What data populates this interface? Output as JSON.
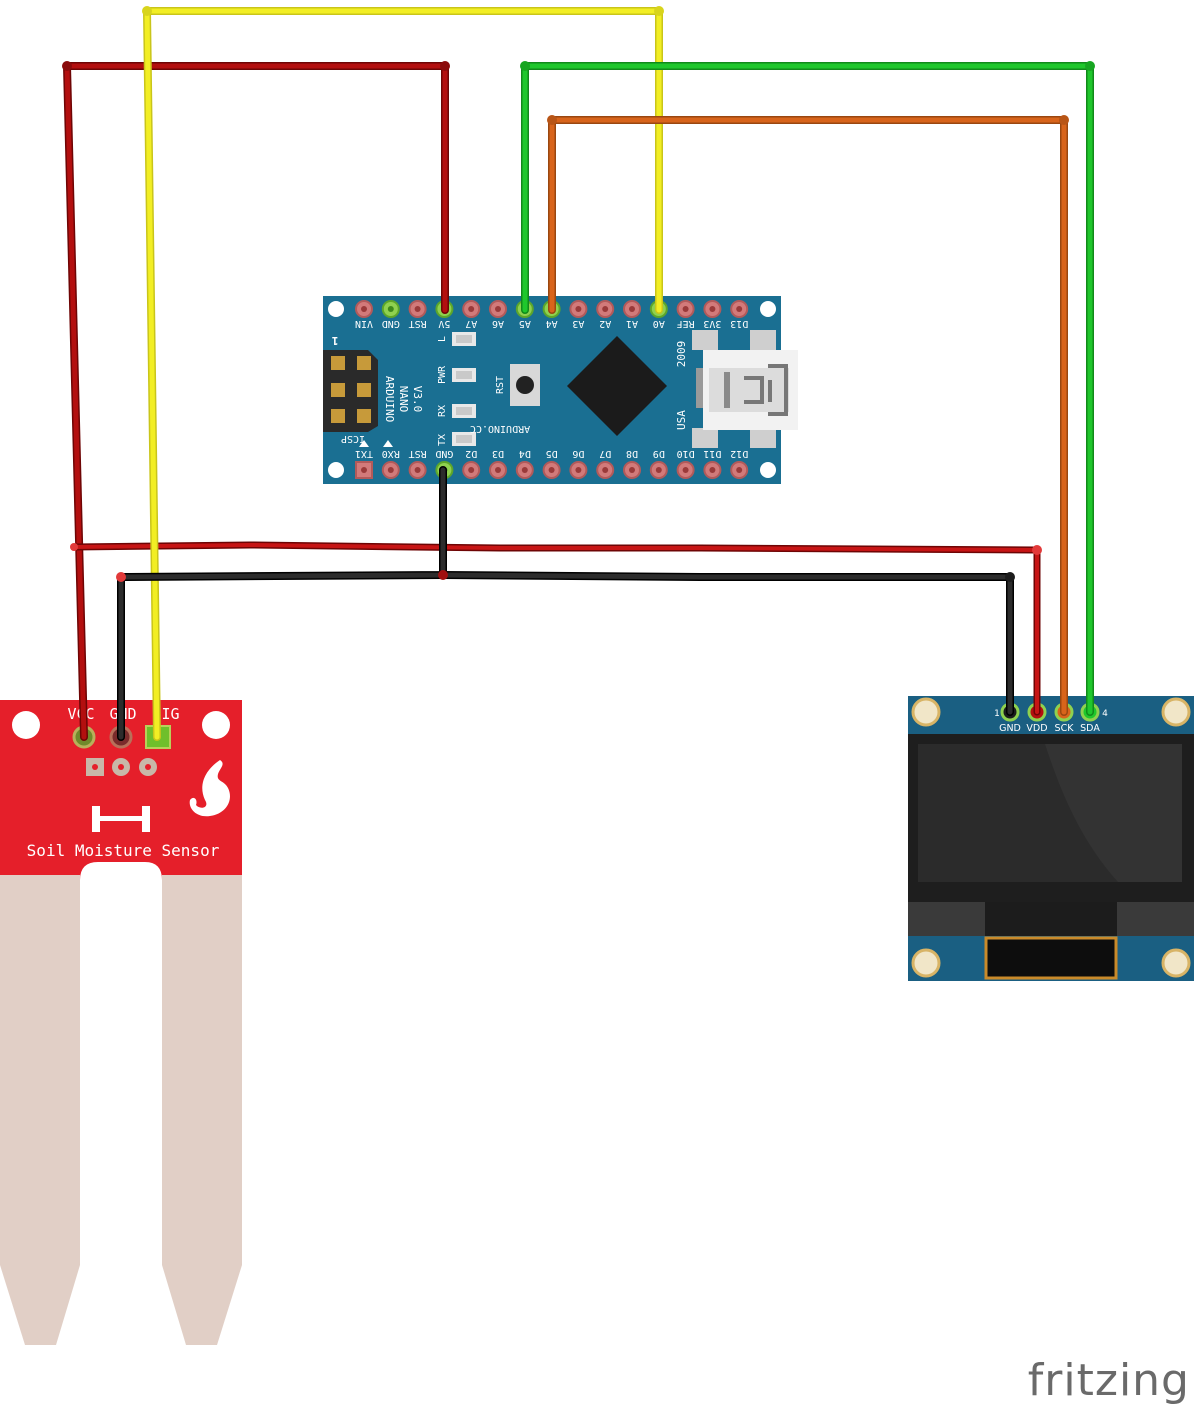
{
  "brand": "fritzing",
  "colors": {
    "wire_red": "#b30f0f",
    "wire_yellow": "#f2ee24",
    "wire_green": "#1fb52a",
    "wire_orange": "#d8641b",
    "wire_black": "#1c1c1c",
    "nano_board": "#1a6f92",
    "sensor_board": "#e51f2a",
    "sensor_probe": "#e1cfc6",
    "oled_board": "#1a5f82"
  },
  "nano": {
    "top_pins": [
      "VIN",
      "GND",
      "RST",
      "5V",
      "A7",
      "A6",
      "A5",
      "A4",
      "A3",
      "A2",
      "A1",
      "A0",
      "REF",
      "3V3",
      "D13"
    ],
    "bottom_pins": [
      "TX1",
      "RX0",
      "RST",
      "GND",
      "D2",
      "D3",
      "D4",
      "D5",
      "D6",
      "D7",
      "D8",
      "D9",
      "D10",
      "D11",
      "D12"
    ],
    "model_lines": [
      "ARDUINO",
      "NANO",
      "V3.0"
    ],
    "icsp": "ICSP",
    "icsp_pin1": "1",
    "led_labels": [
      "L",
      "PWR",
      "RX",
      "TX"
    ],
    "rst_label": "RST",
    "site": "ARDUINO.CC",
    "year": "2009",
    "country": "USA"
  },
  "sensor": {
    "pins": [
      "VCC",
      "GND",
      "SIG"
    ],
    "name": "Soil Moisture Sensor"
  },
  "oled": {
    "pins": [
      "GND",
      "VDD",
      "SCK",
      "SDA"
    ],
    "pin_first": "1",
    "pin_last": "4"
  }
}
